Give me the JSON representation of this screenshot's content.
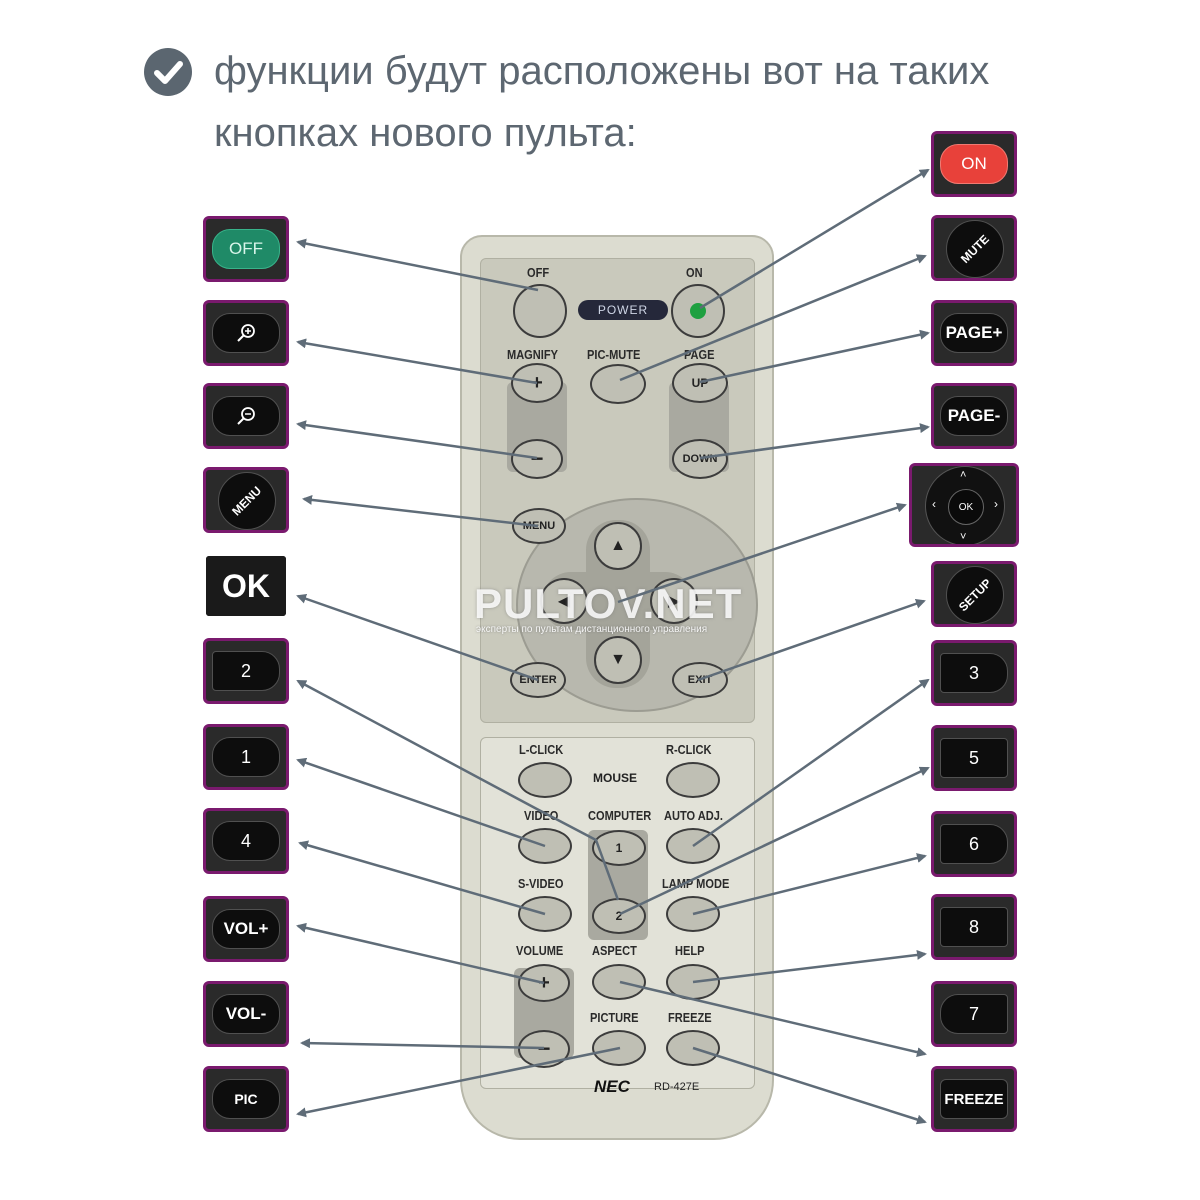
{
  "header": {
    "line1": "функции будут расположены вот на таких",
    "line2": "кнопках нового пульта:",
    "check_icon": "check-circle-icon"
  },
  "new_remote_buttons": {
    "left": [
      "OFF",
      "zoom-in-icon",
      "zoom-out-icon",
      "MENU",
      "OK",
      "2",
      "1",
      "4",
      "VOL+",
      "VOL-",
      "PIC"
    ],
    "right": [
      "ON",
      "MUTE",
      "PAGE+",
      "PAGE-",
      "dpad-ok",
      "SETUP",
      "3",
      "5",
      "6",
      "8",
      "7",
      "FREEZE"
    ],
    "off": "OFF",
    "on": "ON",
    "mute": "MUTE",
    "menu": "MENU",
    "ok": "OK",
    "setup": "SETUP",
    "page_plus": "PAGE+",
    "page_minus": "PAGE-",
    "num1": "1",
    "num2": "2",
    "num3": "3",
    "num4": "4",
    "num5": "5",
    "num6": "6",
    "num7": "7",
    "num8": "8",
    "vol_plus": "VOL+",
    "vol_minus": "VOL-",
    "pic": "PIC",
    "freeze": "FREEZE",
    "dpad_ok": "OK"
  },
  "old_remote": {
    "off": "OFF",
    "on": "ON",
    "power": "POWER",
    "magnify": "MAGNIFY",
    "pic_mute": "PIC-MUTE",
    "page": "PAGE",
    "plus": "+",
    "minus": "−",
    "up": "UP",
    "down": "DOWN",
    "menu": "MENU",
    "enter": "ENTER",
    "exit": "EXIT",
    "l_click": "L-CLICK",
    "r_click": "R-CLICK",
    "mouse": "MOUSE",
    "video": "VIDEO",
    "computer": "COMPUTER",
    "auto_adj": "AUTO ADJ.",
    "computer1": "1",
    "computer2": "2",
    "s_video": "S-VIDEO",
    "lamp_mode": "LAMP MODE",
    "volume": "VOLUME",
    "aspect": "ASPECT",
    "help": "HELP",
    "picture": "PICTURE",
    "freeze": "FREEZE",
    "brand": "NEC",
    "model": "RD-427E"
  },
  "watermark": {
    "title": "PULTOV.NET",
    "subtitle": "эксперты по пультам дистанционного управления"
  },
  "colors": {
    "frame": "#7a1a6e",
    "on_red": "#e8413a",
    "off_green": "#1f8a67",
    "arrow": "#5f6c78"
  }
}
